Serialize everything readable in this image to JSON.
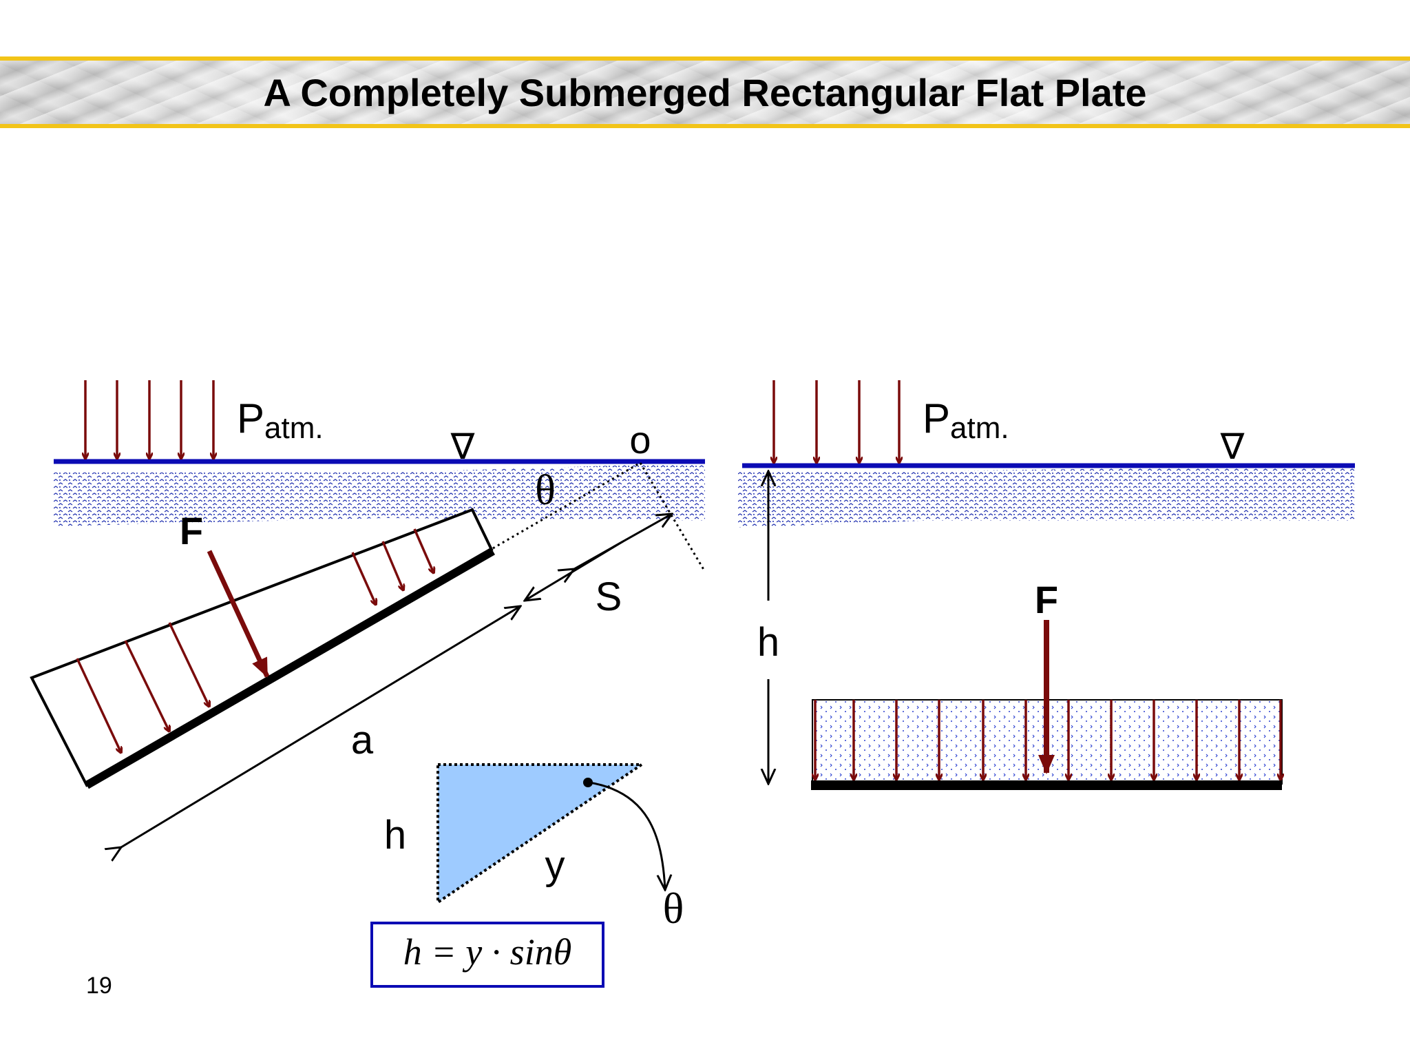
{
  "slide": {
    "title": "A Completely Submerged Rectangular Flat Plate",
    "number": "19"
  },
  "left_diagram": {
    "p_label": "P",
    "p_subscript": "atm.",
    "free_surface_symbol": "∇",
    "origin_label": "o",
    "angle_label": "θ",
    "force_label": "F",
    "s_label": "S",
    "a_label": "a"
  },
  "inset_triangle": {
    "h_label": "h",
    "y_label": "y",
    "angle_label": "θ",
    "formula": "h = y · sinθ"
  },
  "right_diagram": {
    "p_label": "P",
    "p_subscript": "atm.",
    "free_surface_symbol": "∇",
    "force_label": "F",
    "h_label": "h"
  },
  "colors": {
    "surface_line": "#0b0bb4",
    "pressure_arrow": "#7a0b0b",
    "water_dots": "#1f2fb0",
    "triangle_fill": "#9ecbff",
    "formula_border": "#0b0bb4",
    "title_border": "#f2c418"
  }
}
